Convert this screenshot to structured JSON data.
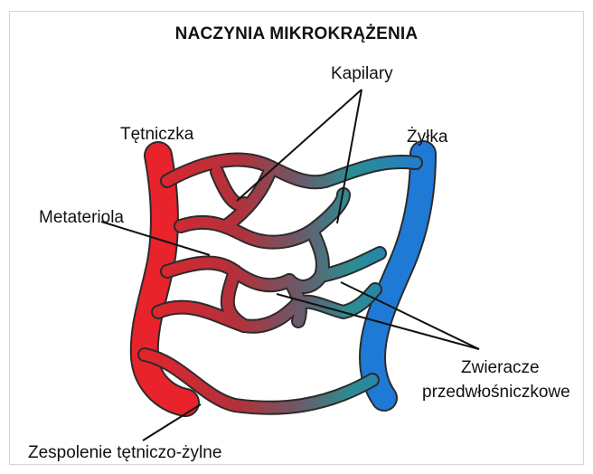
{
  "title": "NACZYNIA MIKROKRĄŻENIA",
  "labels": {
    "kapilary": "Kapilary",
    "tetniczka": "Tętniczka",
    "zylka": "Żyłka",
    "metateriola": "Metateriola",
    "zwieracze_line1": "Zwieracze",
    "zwieracze_line2": "przedwłośniczkowe",
    "zespolenie": "Zespolenie tętniczo-żylne"
  },
  "colors": {
    "arterial": "#e8232b",
    "venous": "#1f7ad6",
    "mixed": "#2c8d92",
    "outline": "#2b2b2b"
  }
}
